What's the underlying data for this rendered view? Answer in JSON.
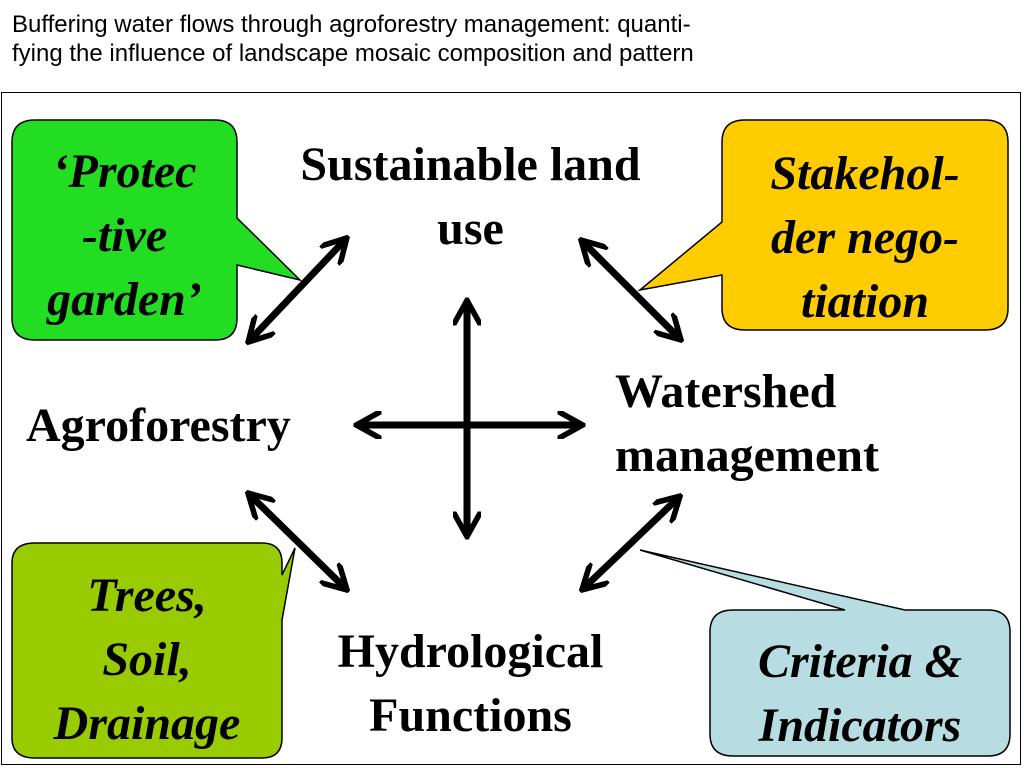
{
  "header": {
    "title_line1": "Buffering water flows through agroforestry management: quanti-",
    "title_line2": "fying the influence of landscape mosaic composition and pattern"
  },
  "nodes": {
    "sustainable_line1": "Sustainable land",
    "sustainable_line2": "use",
    "agroforestry": "Agroforestry",
    "watershed_line1": "Watershed",
    "watershed_line2": "management",
    "hydrological_line1": "Hydrological",
    "hydrological_line2": "Functions"
  },
  "callouts": {
    "protective_garden": {
      "line1": "‘Protec",
      "line2": "-tive",
      "line3": "garden’",
      "fill": "#22dd22"
    },
    "stakeholder": {
      "line1": "Stakehol-",
      "line2": "der nego-",
      "line3": "tiation",
      "fill": "#ffcc00"
    },
    "trees_soil": {
      "line1": "Trees,",
      "line2": "Soil,",
      "line3": "Drainage",
      "fill": "#99cc00"
    },
    "criteria": {
      "line1": "Criteria &",
      "line2": "Indicators",
      "fill": "#b7dde2"
    }
  },
  "colors": {
    "arrow": "#000000",
    "outline": "#000000"
  }
}
